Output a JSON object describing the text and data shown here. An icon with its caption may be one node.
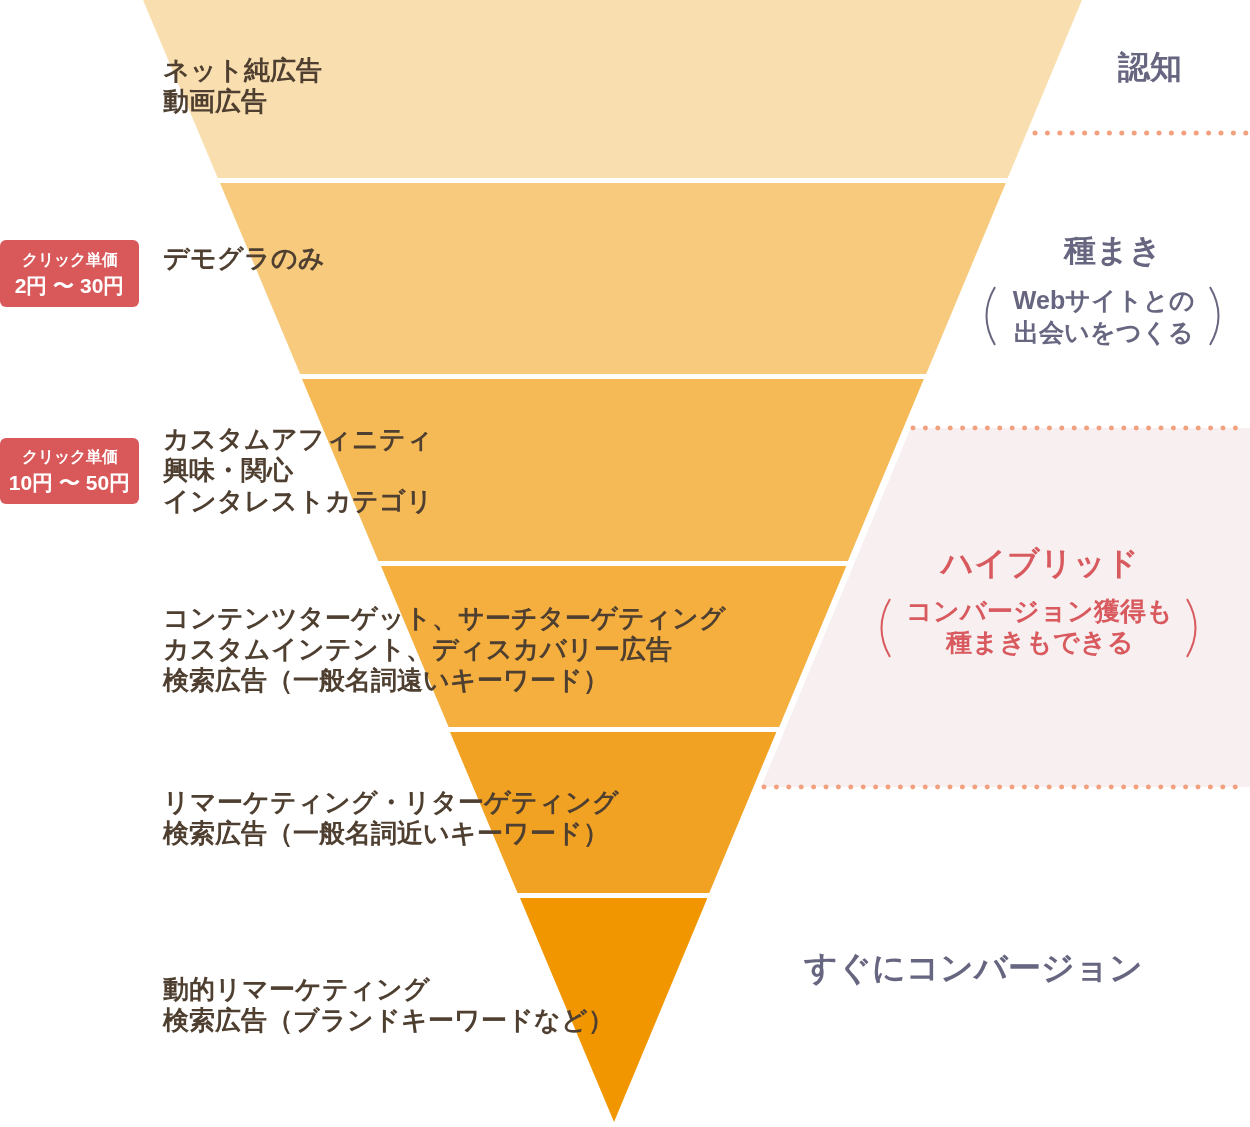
{
  "diagram": {
    "nodes": [
      {
        "text": [
          "ネット純広告",
          "動画広告"
        ]
      },
      {
        "text": [
          "デモグラのみ"
        ]
      },
      {
        "text": [
          "カスタムアフィニティ",
          "興味・関心",
          "インタレストカテゴリ"
        ]
      },
      {
        "text": [
          "コンテンツターゲット、サーチターゲティング",
          "カスタムインテント、ディスカバリー広告",
          "検索広告（一般名詞遠いキーワード）"
        ]
      },
      {
        "text": [
          "リマーケティング・リターゲティング",
          "検索広告（一般名詞近いキーワード）"
        ]
      },
      {
        "text": [
          "動的リマーケティング",
          "検索広告（ブランドキーワードなど）"
        ]
      },
      {
        "text": [
          "クリック単価",
          "2円 〜 30円"
        ]
      },
      {
        "text": [
          "クリック単価",
          "10円 〜 50円"
        ]
      },
      {
        "text": [
          "ハイブリッド",
          "コンバージョン獲得も種まきもできる"
        ]
      }
    ],
    "labels": [
      "認知",
      "種まき",
      "Webサイトとの出会いをつくる",
      "すぐにコンバージョン"
    ]
  }
}
